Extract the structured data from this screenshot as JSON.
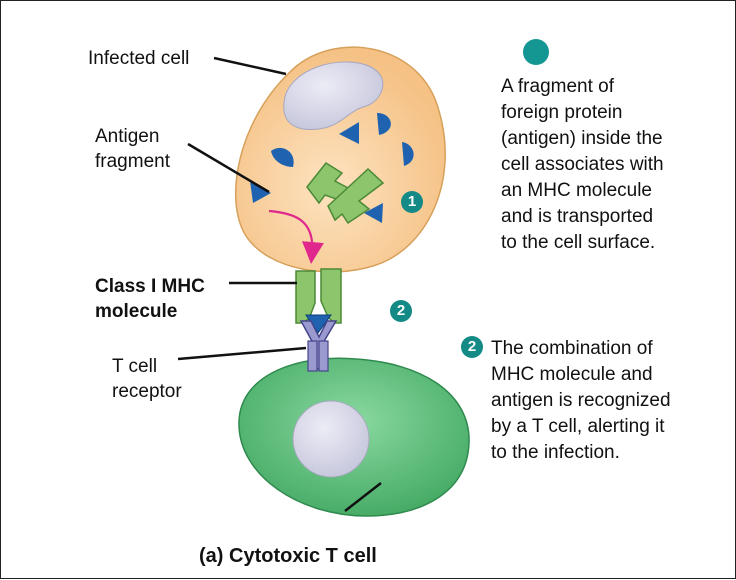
{
  "labels": {
    "infected_cell": "Infected cell",
    "antigen_fragment": "Antigen\nfragment",
    "class_mhc": "Class I MHC\nmolecule",
    "t_cell_receptor": "T cell\nreceptor",
    "caption": "(a) Cytotoxic T cell"
  },
  "steps": [
    {
      "number": "1",
      "text": "A fragment of\nforeign protein\n(antigen) inside the\ncell associates with\nan MHC molecule\nand is transported\nto the cell surface."
    },
    {
      "number": "2",
      "text": "The combination of\nMHC molecule and\nantigen is recognized\nby a T cell, alerting it\nto the infection."
    }
  ],
  "colors": {
    "infected_cell_fill": "#f7c88e",
    "infected_cell_center": "#fde3c0",
    "nucleus": "#d6d6e6",
    "antigen": "#1f63b0",
    "mhc": "#8cc56b",
    "receptor": "#9a9ad0",
    "t_cell_fill": "#5ec07c",
    "t_cell_nucleus": "#cdcde0",
    "badge": "#138a86",
    "arrow": "#e0288c"
  }
}
